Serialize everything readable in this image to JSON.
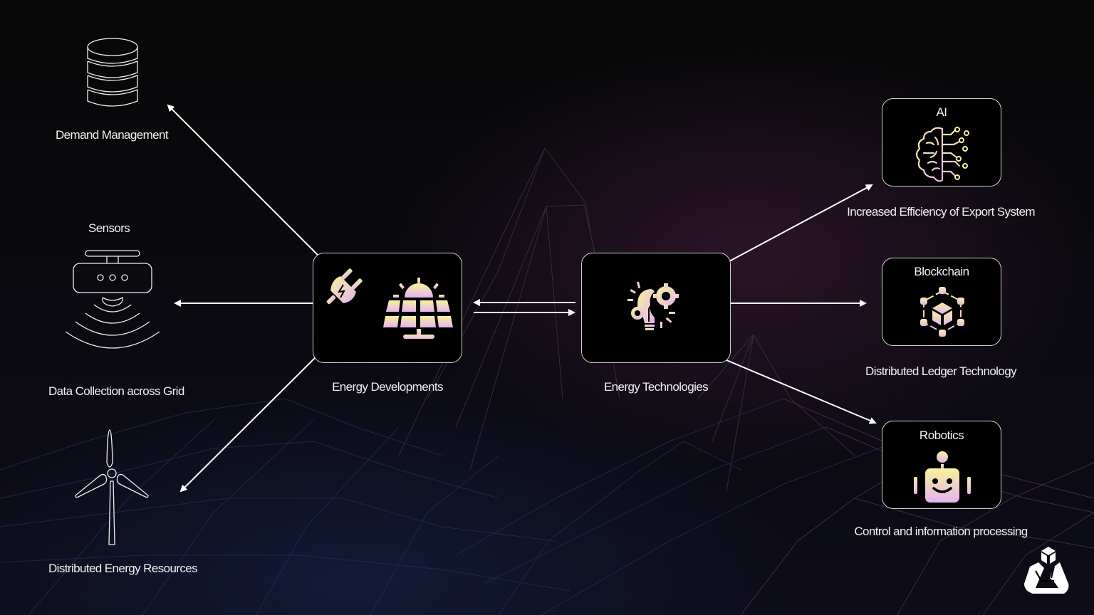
{
  "diagram": {
    "colors": {
      "background": "#0a0a10",
      "box_fill": "#000000",
      "box_border": "#cfcfcf",
      "arrow": "#ffffff",
      "icon_gradient_top": "#f7f39a",
      "icon_gradient_bottom": "#e6b3f0",
      "mesh_blue": "#2a3a6e",
      "mesh_purple": "#5a3a68"
    },
    "central_nodes": [
      {
        "id": "energy-developments",
        "label": "Energy Developments",
        "icons": [
          "plug-icon",
          "solar-panel-icon"
        ]
      },
      {
        "id": "energy-technologies",
        "label": "Energy Technologies",
        "icons": [
          "lightbulb-gears-icon"
        ]
      }
    ],
    "left_nodes": [
      {
        "id": "demand-management",
        "label": "Demand Management",
        "icon": "database-icon"
      },
      {
        "id": "sensors",
        "title": "Sensors",
        "label": "Data Collection across Grid",
        "icon": "sensor-icon"
      },
      {
        "id": "distributed-energy",
        "label": "Distributed Energy Resources",
        "icon": "wind-turbine-icon"
      }
    ],
    "right_nodes": [
      {
        "id": "ai",
        "title": "AI",
        "label": "Increased Efficiency of Export System",
        "icon": "brain-circuit-icon"
      },
      {
        "id": "blockchain",
        "title": "Blockchain",
        "label": "Distributed Ledger Technology",
        "icon": "blockchain-cube-icon"
      },
      {
        "id": "robotics",
        "title": "Robotics",
        "label": "Control and information processing",
        "icon": "robot-icon"
      }
    ],
    "edges": [
      {
        "from": "energy-developments",
        "to": "demand-management"
      },
      {
        "from": "energy-developments",
        "to": "sensors"
      },
      {
        "from": "energy-developments",
        "to": "distributed-energy"
      },
      {
        "from": "energy-developments",
        "to": "energy-technologies",
        "bidirectional": true
      },
      {
        "from": "energy-technologies",
        "to": "ai"
      },
      {
        "from": "energy-technologies",
        "to": "blockchain"
      },
      {
        "from": "energy-technologies",
        "to": "robotics"
      }
    ],
    "logo": "brand-logo-icon"
  }
}
